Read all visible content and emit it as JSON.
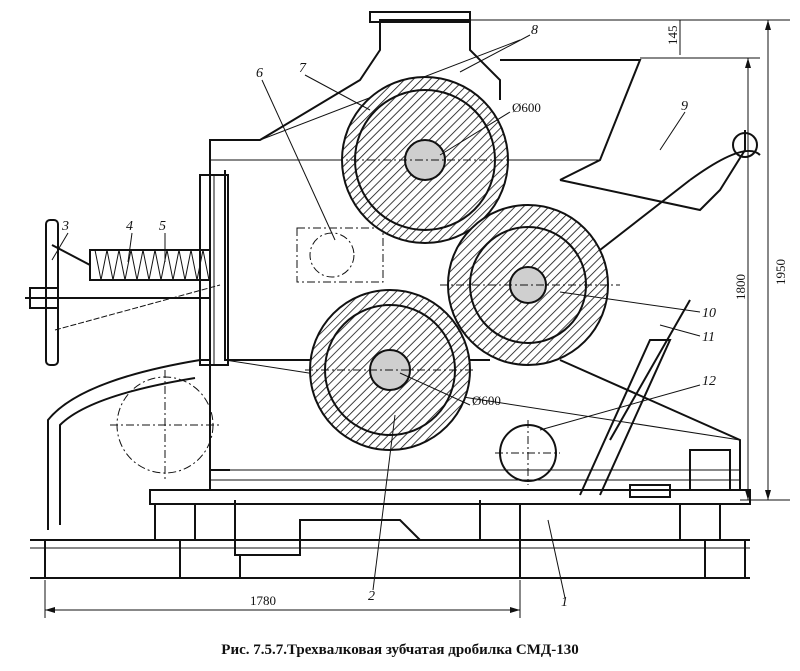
{
  "figure": {
    "caption": "Рис. 7.5.7.Трехвалковая зубчатая дробилка СМД-130"
  },
  "callouts": [
    "1",
    "2",
    "3",
    "4",
    "5",
    "6",
    "7",
    "8",
    "9",
    "10",
    "11",
    "12"
  ],
  "dimensions": {
    "roll_top_diameter": "Ø600",
    "roll_bottom_diameter": "Ø600",
    "base_length": "1780",
    "height_1800": "1800",
    "height_1950": "1950",
    "hopper_height": "145"
  }
}
